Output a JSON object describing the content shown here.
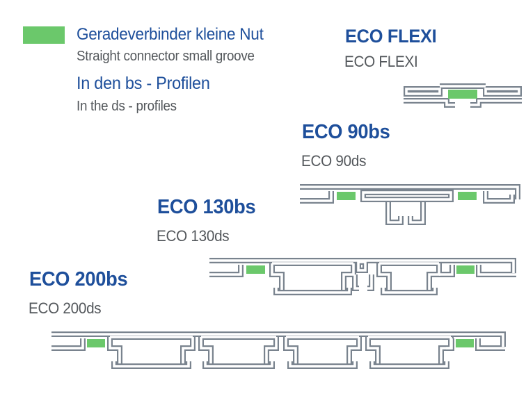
{
  "colors": {
    "heading_blue": "#1e4f9b",
    "subtitle_gray": "#53575b",
    "profile_outline_gray": "#79838e",
    "connector_green": "#6bc86b",
    "background": "#ffffff"
  },
  "legend": {
    "swatch_meaning": "straight-connector-small-groove",
    "title_de": "Geradeverbinder kleine Nut",
    "title_en": "Straight connector small groove",
    "subtitle_de": "In den bs - Profilen",
    "subtitle_en": "In the ds - profiles"
  },
  "profiles": [
    {
      "id": "eco-flexi",
      "name_bs": "ECO FLEXI",
      "name_ds": "ECO FLEXI",
      "green_connectors": 1
    },
    {
      "id": "eco-90",
      "name_bs": "ECO 90bs",
      "name_ds": "ECO 90ds",
      "green_connectors": 2
    },
    {
      "id": "eco-130",
      "name_bs": "ECO 130bs",
      "name_ds": "ECO 130ds",
      "green_connectors": 2
    },
    {
      "id": "eco-200",
      "name_bs": "ECO 200bs",
      "name_ds": "ECO 200ds",
      "green_connectors": 2
    }
  ]
}
